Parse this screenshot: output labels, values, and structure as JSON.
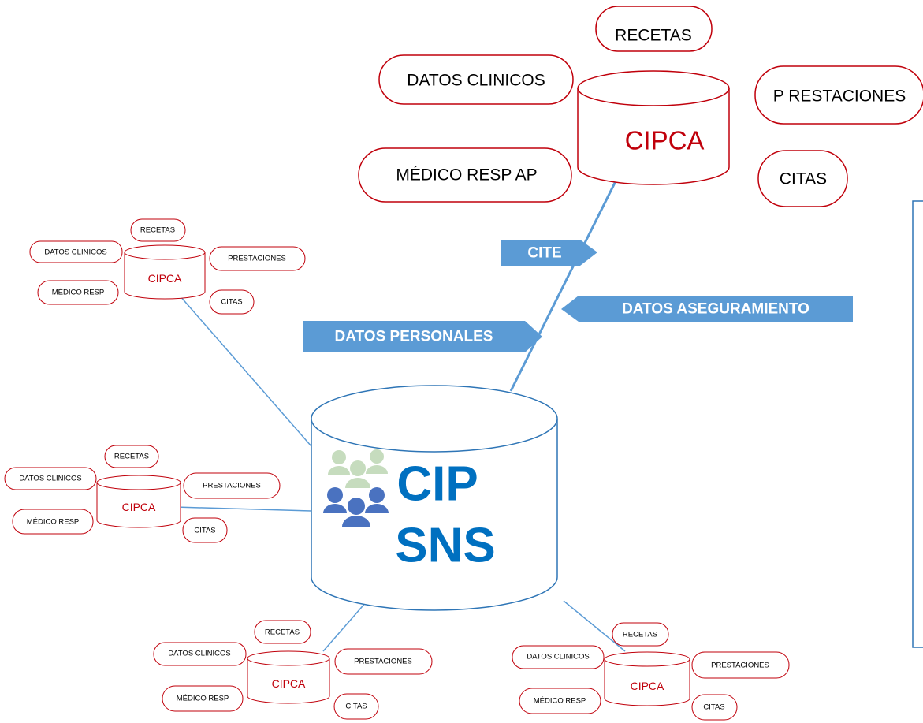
{
  "central": {
    "line1": "CIP",
    "line2": "SNS",
    "icon": "people-group-icon",
    "color": "#0070c0"
  },
  "flows": {
    "cite": "CITE",
    "datos_aseguramiento": "DATOS ASEGURAMIENTO",
    "datos_personales": "DATOS PERSONALES"
  },
  "main_node": {
    "label": "CIPCA",
    "items": {
      "recetas": "RECETAS",
      "datos_clinicos": "DATOS CLINICOS",
      "prestaciones": "P RESTACIONES",
      "medico": "MÉDICO RESP AP",
      "citas": "CITAS"
    }
  },
  "small_node": {
    "label": "CIPCA",
    "items": {
      "recetas": "RECETAS",
      "datos_clinicos": "DATOS CLINICOS",
      "prestaciones": "PRESTACIONES",
      "medico": "MÉDICO RESP",
      "citas": "CITAS"
    }
  },
  "colors": {
    "red": "#c0000b",
    "blue": "#5b9bd5",
    "panel_border": "#2e75b6"
  }
}
